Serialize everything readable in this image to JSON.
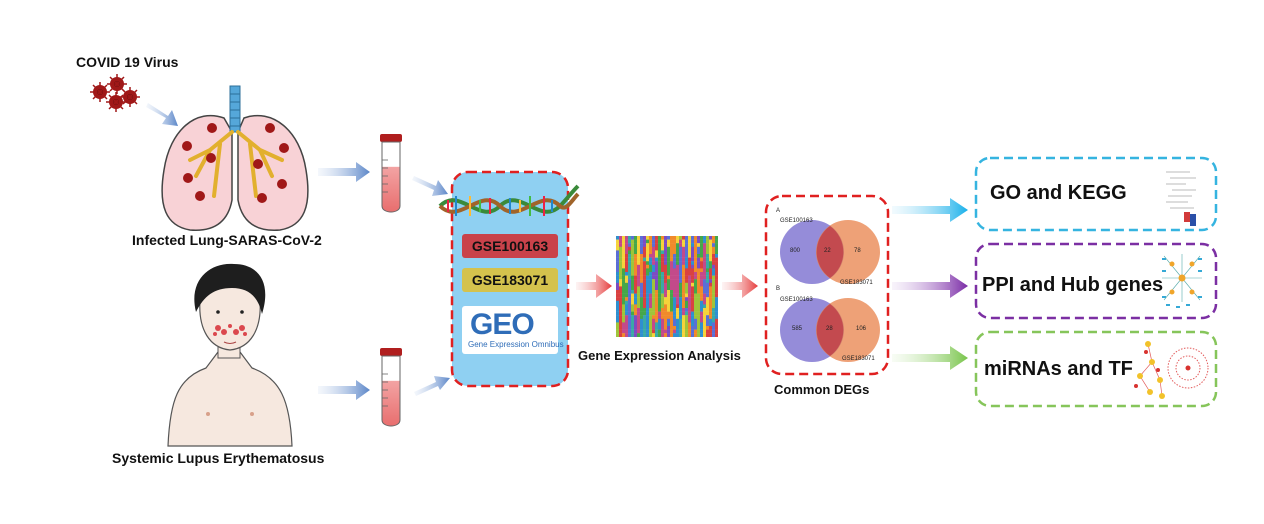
{
  "inputs": {
    "virus_label": "COVID 19 Virus",
    "lung_label": "Infected Lung-SARAS-CoV-2",
    "sle_label": "Systemic Lupus Erythematosus"
  },
  "datasets": {
    "gse1": "GSE100163",
    "gse2": "GSE183071",
    "geo_logo": "GEO",
    "geo_subtitle": "Gene Expression Omnibus"
  },
  "analysis": {
    "label": "Gene Expression Analysis"
  },
  "common_degs": {
    "label": "Common DEGs",
    "venn_a": {
      "panel": "A",
      "left_name": "GSE100163",
      "right_name": "GSE183071",
      "left_only": "800",
      "overlap": "22",
      "right_only": "78"
    },
    "venn_b": {
      "panel": "B",
      "left_name": "GSE100163",
      "right_name": "GSE183071",
      "left_only": "585",
      "overlap": "28",
      "right_only": "106"
    }
  },
  "outputs": {
    "go_kegg": "GO and KEGG",
    "ppi": "PPI and Hub genes",
    "mirna_tf": "miRNAs and TF"
  },
  "colors": {
    "go_border": "#35b4e0",
    "ppi_border": "#7b2fa3",
    "mirna_border": "#86c55a",
    "red_dash": "#e02020",
    "panel_blue": "#8fd0f2",
    "gse1_fill": "#c9424a",
    "gse2_fill": "#d4c24d"
  }
}
